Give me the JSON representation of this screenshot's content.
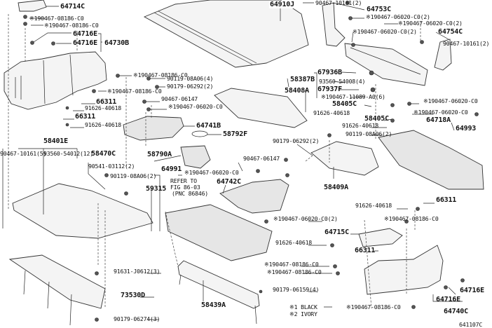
{
  "diagram": {
    "figure_code": "641107C",
    "legend": [
      "※1 BLACK",
      "※2 IVORY"
    ],
    "reference_note": [
      "REFER TO",
      "FIG 86-03",
      "(PNC 86846)"
    ],
    "labels": [
      "64714C",
      "※190467-08186-C0",
      "※190467-08186-C0",
      "64716E",
      "64716E",
      "64730B",
      "64910J",
      "90467-10161(2)",
      "64753C",
      "※190467-06020-C0(2)",
      "※190467-06020-C0(2)",
      "※190467-06020-C0(2)",
      "64754C",
      "90467-10161(2)",
      "※190467-08186-C0",
      "※190467-08186-C0",
      "90119-08A06(4)",
      "90179-06292(2)",
      "58387B",
      "58408A",
      "67936B",
      "93560-54008(4)",
      "67937F",
      "※190467-11089-A0(6)",
      "58405C",
      "91626-40618",
      "58405C",
      "91626-40618",
      "90119-08A06(2)",
      "※190467-06020-C0",
      "※190467-06020-C0",
      "64718A",
      "64993",
      "66311",
      "91626-40618",
      "66311",
      "91626-40618",
      "90467-06147",
      "※190467-06020-C0",
      "64741B",
      "58792F",
      "58401E",
      "90467-10161(5)",
      "93560-54012(12)",
      "58470C",
      "90541-03112(2)",
      "90119-08A06(2)",
      "58790A",
      "64991",
      "59315",
      "90179-06292(2)",
      "90467-06147",
      "※190467-06020-C0",
      "64742C",
      "58409A",
      "66311",
      "91626-40618",
      "※190467-06020-C0(2)",
      "※190467-08186-C0",
      "64715C",
      "91626-40618",
      "66311",
      "※190467-08186-C0",
      "※190467-08186-C0",
      "90179-06159(4)",
      "58439A",
      "91631-J0612(3)",
      "73530D",
      "90179-06274(3)",
      "64716E",
      "64716E",
      "64740C",
      "※190467-08186-C0"
    ]
  }
}
